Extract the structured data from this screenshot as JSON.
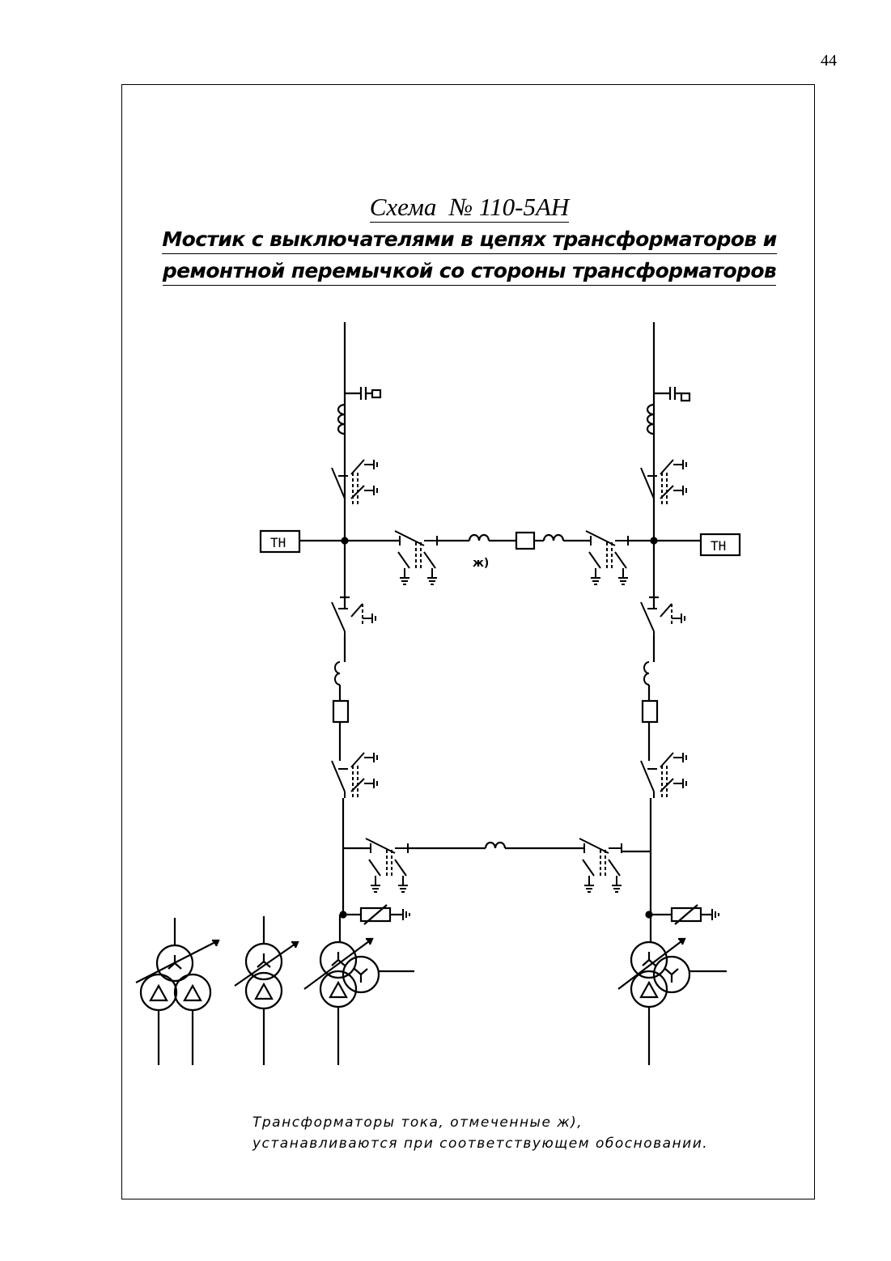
{
  "page_number": "44",
  "title": {
    "scheme_word": "Схема",
    "scheme_number": "№ 110-5АН",
    "line2": "Мостик с выключателями в цепях трансформаторов и",
    "line3": "ремонтной перемычкой со стороны трансформаторов"
  },
  "labels": {
    "vt_left": "ТН",
    "vt_right": "ТН",
    "ct_mark": "ж)"
  },
  "footnote": {
    "line1": "Трансформаторы тока, отмеченные ж),",
    "line2": "устанавливаются при соответствующем обосновании."
  }
}
